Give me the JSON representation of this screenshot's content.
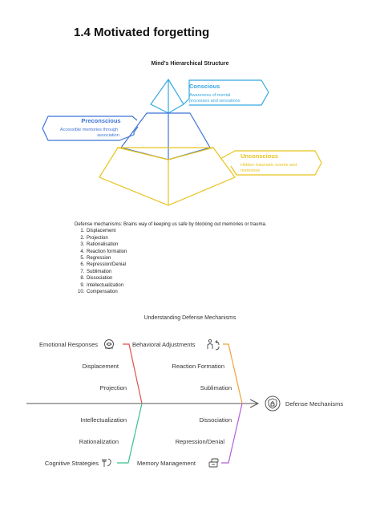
{
  "page": {
    "title": "1.4 Motivated forgetting"
  },
  "pyramid": {
    "title": "Mind's Hierarchical Structure",
    "levels": [
      {
        "name": "Conscious",
        "description_line1": "Awareness of mental",
        "description_line2": "processes and sensations",
        "color": "#35a8e0"
      },
      {
        "name": "Preconscious",
        "description_line1": "Accessible memories through",
        "description_line2": "association",
        "color": "#3f74d6"
      },
      {
        "name": "Unconscious",
        "description_line1": "Hidden traumatic events and",
        "description_line2": "memories",
        "color": "#e8c31c"
      }
    ]
  },
  "defense": {
    "intro": "Defense mechanisms: Brains way of keeping us safe by blocking out memories or trauma.",
    "items": [
      "Displacement",
      "Projection",
      "Rationalisation",
      "Reaction formation",
      "Regression",
      "Repression/Denial",
      "Sublimation",
      "Dissociation",
      "Intellectualization",
      "Compensation"
    ]
  },
  "fishbone": {
    "title": "Understanding Defense Mechanisms",
    "head_label": "Defense Mechanisms",
    "colors": {
      "red": "#e0524a",
      "orange": "#f2a33a",
      "green": "#3cbf8a",
      "purple": "#b45fd6",
      "spine": "#555555"
    },
    "upper_left": {
      "category": "Emotional Responses",
      "items": [
        "Displacement",
        "Projection"
      ]
    },
    "upper_right": {
      "category": "Behavioral Adjustments",
      "items": [
        "Reaction Formation",
        "Sublimation"
      ]
    },
    "lower_left": {
      "category": "Cognitive Strategies",
      "items": [
        "Intellectualization",
        "Rationalization"
      ]
    },
    "lower_right": {
      "category": "Memory Management",
      "items": [
        "Dissociation",
        "Repression/Denial"
      ]
    },
    "icons": {
      "emotional": "emotion-head-icon",
      "behavioral": "person-cycle-icon",
      "cognitive": "brain-tools-icon",
      "memory": "storage-box-icon",
      "head": "shield-lock-icon"
    }
  }
}
